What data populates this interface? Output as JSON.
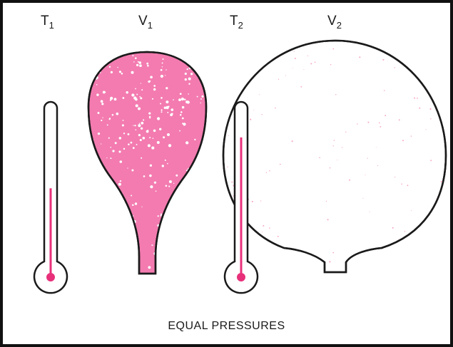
{
  "labels": {
    "t1": {
      "symbol": "T",
      "subscript": "1"
    },
    "v1": {
      "symbol": "V",
      "subscript": "1"
    },
    "t2": {
      "symbol": "T",
      "subscript": "2"
    },
    "v2": {
      "symbol": "V",
      "subscript": "2"
    }
  },
  "caption": "EQUAL PRESSURES",
  "colors": {
    "gas": "#f37bb0",
    "gas_sparse": "#f7a8c8",
    "mercury": "#e8307a",
    "outline": "#1a1a1a"
  },
  "thermometers": {
    "t1_level": 0.52,
    "t2_level": 0.82
  }
}
